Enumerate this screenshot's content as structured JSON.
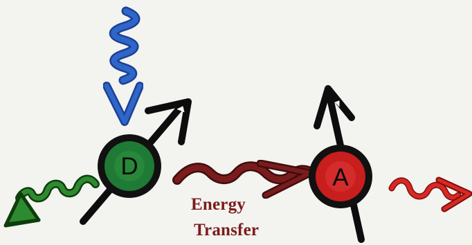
{
  "diagram": {
    "colors": {
      "background": "#f3f3ef",
      "donor_fill": "#1f7a35",
      "acceptor_fill": "#c81e1e",
      "excitation_blue": "#2f66c9",
      "donor_emission_green": "#2d8a2d",
      "energy_transfer_maroon": "#7a1d1d",
      "acceptor_emission_red": "#d62a22",
      "outline": "#111111"
    },
    "donor": {
      "label": "D"
    },
    "acceptor": {
      "label": "A"
    },
    "transfer_label": {
      "line1": "Energy",
      "line2": "Transfer"
    },
    "icons": {
      "excitation": "blue-wavy-arrow-icon",
      "donor_emission": "green-wavy-arrow-icon",
      "energy_transfer": "maroon-wavy-arrow-icon",
      "acceptor_emission": "red-wavy-arrow-icon",
      "donor_dipole": "black-dipole-arrow-icon",
      "acceptor_dipole": "black-dipole-arrow-icon"
    }
  }
}
